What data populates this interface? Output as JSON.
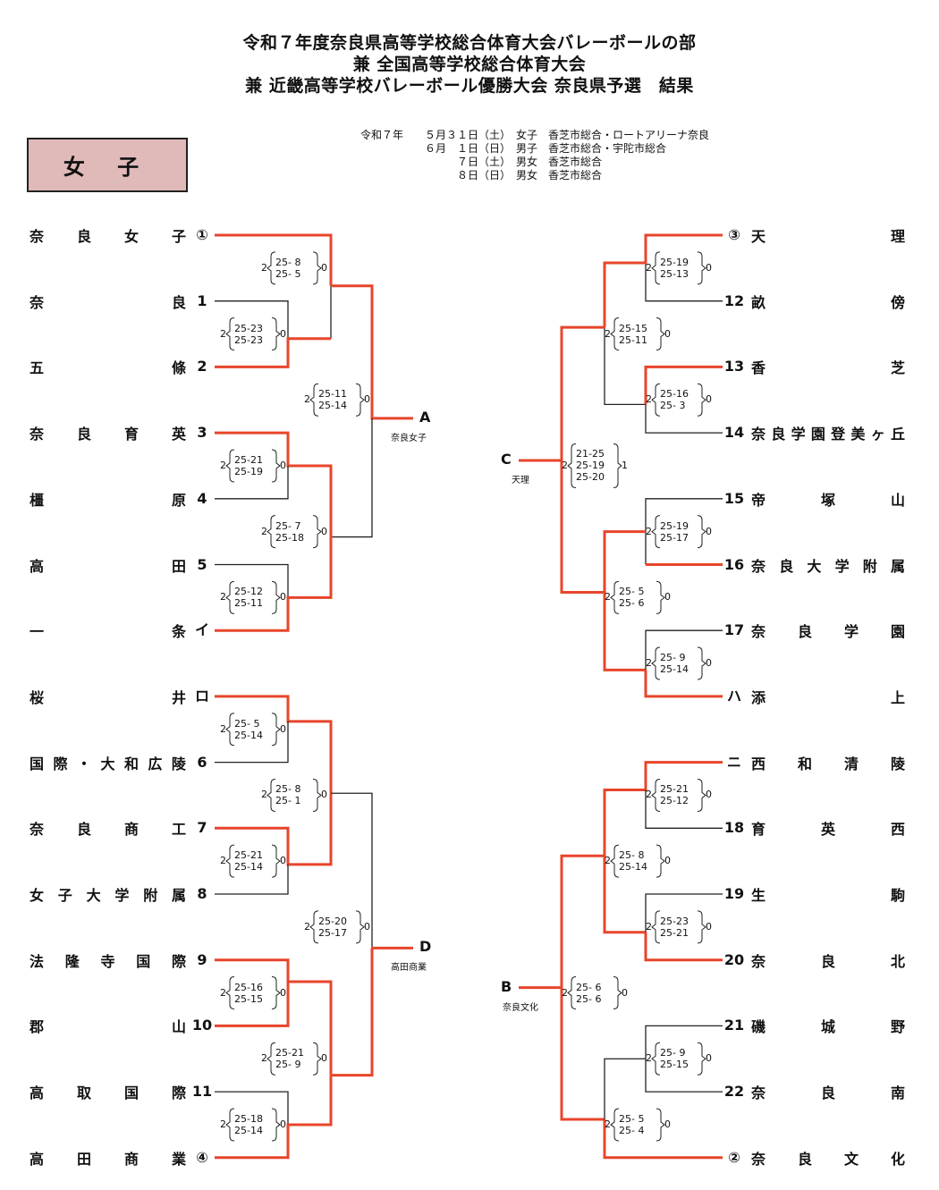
{
  "header": {
    "line1": "令和７年度奈良県高等学校総合体育大会バレーボールの部",
    "line2": "兼 全国高等学校総合体育大会",
    "line3": "兼 近畿高等学校バレーボール優勝大会 奈良県予選　結果"
  },
  "schedule": [
    "令和７年　　５月３１日（土）　女子　香芝市総合・ロートアリーナ奈良",
    "　　　　　　６月　１日（日）　男子　香芝市総合・宇陀市総合",
    "　　　　　　　　　７日（土）　男女　香芝市総合",
    "　　　　　　　　　８日（日）　男女　香芝市総合"
  ],
  "gender_label": "女 子",
  "colors": {
    "win": "#e8452b",
    "line": "#222222",
    "box": "#e0b9b9"
  },
  "left_teams": [
    {
      "name": "奈良女子",
      "seed": "①"
    },
    {
      "name": "奈良",
      "seed": "1"
    },
    {
      "name": "五條",
      "seed": "2"
    },
    {
      "name": "奈良育英",
      "seed": "3"
    },
    {
      "name": "橿原",
      "seed": "4"
    },
    {
      "name": "高田",
      "seed": "5"
    },
    {
      "name": "一条",
      "seed": "イ"
    },
    {
      "name": "桜井",
      "seed": "ロ"
    },
    {
      "name": "国際・大和広陵",
      "seed": "6"
    },
    {
      "name": "奈良商工",
      "seed": "7"
    },
    {
      "name": "女子大学附属",
      "seed": "8"
    },
    {
      "name": "法隆寺国際",
      "seed": "9"
    },
    {
      "name": "郡山",
      "seed": "10"
    },
    {
      "name": "高取国際",
      "seed": "11"
    },
    {
      "name": "高田商業",
      "seed": "④"
    }
  ],
  "right_teams": [
    {
      "name": "天理",
      "seed": "③"
    },
    {
      "name": "畝傍",
      "seed": "12"
    },
    {
      "name": "香芝",
      "seed": "13"
    },
    {
      "name": "奈良学園登美ヶ丘",
      "seed": "14"
    },
    {
      "name": "帝塚山",
      "seed": "15"
    },
    {
      "name": "奈良大学附属",
      "seed": "16"
    },
    {
      "name": "奈良学園",
      "seed": "17"
    },
    {
      "name": "添上",
      "seed": "ハ"
    },
    {
      "name": "西和清陵",
      "seed": "ニ"
    },
    {
      "name": "育英西",
      "seed": "18"
    },
    {
      "name": "生駒",
      "seed": "19"
    },
    {
      "name": "奈良北",
      "seed": "20"
    },
    {
      "name": "磯城野",
      "seed": "21"
    },
    {
      "name": "奈良南",
      "seed": "22"
    },
    {
      "name": "奈良文化",
      "seed": "②"
    }
  ],
  "scores": [
    {
      "w": "2",
      "sets": [
        "25- 8",
        "25- 5"
      ],
      "l": "0"
    },
    {
      "w": "2",
      "sets": [
        "25-23",
        "25-23"
      ],
      "l": "0"
    },
    {
      "w": "2",
      "sets": [
        "25-21",
        "25-19"
      ],
      "l": "0"
    },
    {
      "w": "2",
      "sets": [
        "25-12",
        "25-11"
      ],
      "l": "0"
    },
    {
      "w": "2",
      "sets": [
        "25- 7",
        "25-18"
      ],
      "l": "0"
    },
    {
      "w": "2",
      "sets": [
        "25-11",
        "25-14"
      ],
      "l": "0"
    },
    {
      "w": "2",
      "sets": [
        "25- 5",
        "25-14"
      ],
      "l": "0"
    },
    {
      "w": "2",
      "sets": [
        "25-21",
        "25-14"
      ],
      "l": "0"
    },
    {
      "w": "2",
      "sets": [
        "25- 8",
        "25- 1"
      ],
      "l": "0"
    },
    {
      "w": "2",
      "sets": [
        "25-16",
        "25-15"
      ],
      "l": "0"
    },
    {
      "w": "2",
      "sets": [
        "25-18",
        "25-14"
      ],
      "l": "0"
    },
    {
      "w": "2",
      "sets": [
        "25-21",
        "25- 9"
      ],
      "l": "0"
    },
    {
      "w": "2",
      "sets": [
        "25-20",
        "25-17"
      ],
      "l": "0"
    },
    {
      "w": "2",
      "sets": [
        "25-19",
        "25-13"
      ],
      "l": "0"
    },
    {
      "w": "2",
      "sets": [
        "25-16",
        "25- 3"
      ],
      "l": "0"
    },
    {
      "w": "2",
      "sets": [
        "25-15",
        "25-11"
      ],
      "l": "0"
    },
    {
      "w": "2",
      "sets": [
        "25-19",
        "25-17"
      ],
      "l": "0"
    },
    {
      "w": "2",
      "sets": [
        "25- 9",
        "25-14"
      ],
      "l": "0"
    },
    {
      "w": "2",
      "sets": [
        "25- 5",
        "25- 6"
      ],
      "l": "0"
    },
    {
      "w": "2",
      "sets": [
        "21-25",
        "25-19",
        "25-20"
      ],
      "l": "1"
    },
    {
      "w": "2",
      "sets": [
        "25-21",
        "25-12"
      ],
      "l": "0"
    },
    {
      "w": "2",
      "sets": [
        "25-23",
        "25-21"
      ],
      "l": "0"
    },
    {
      "w": "2",
      "sets": [
        "25- 8",
        "25-14"
      ],
      "l": "0"
    },
    {
      "w": "2",
      "sets": [
        "25- 9",
        "25-15"
      ],
      "l": "0"
    },
    {
      "w": "2",
      "sets": [
        "25- 5",
        "25- 4"
      ],
      "l": "0"
    },
    {
      "w": "2",
      "sets": [
        "25- 6",
        "25- 6"
      ],
      "l": "0"
    }
  ],
  "results": [
    {
      "letter": "A",
      "winner": "奈良女子"
    },
    {
      "letter": "D",
      "winner": "高田商業"
    },
    {
      "letter": "C",
      "winner": "天理"
    },
    {
      "letter": "B",
      "winner": "奈良文化"
    }
  ]
}
